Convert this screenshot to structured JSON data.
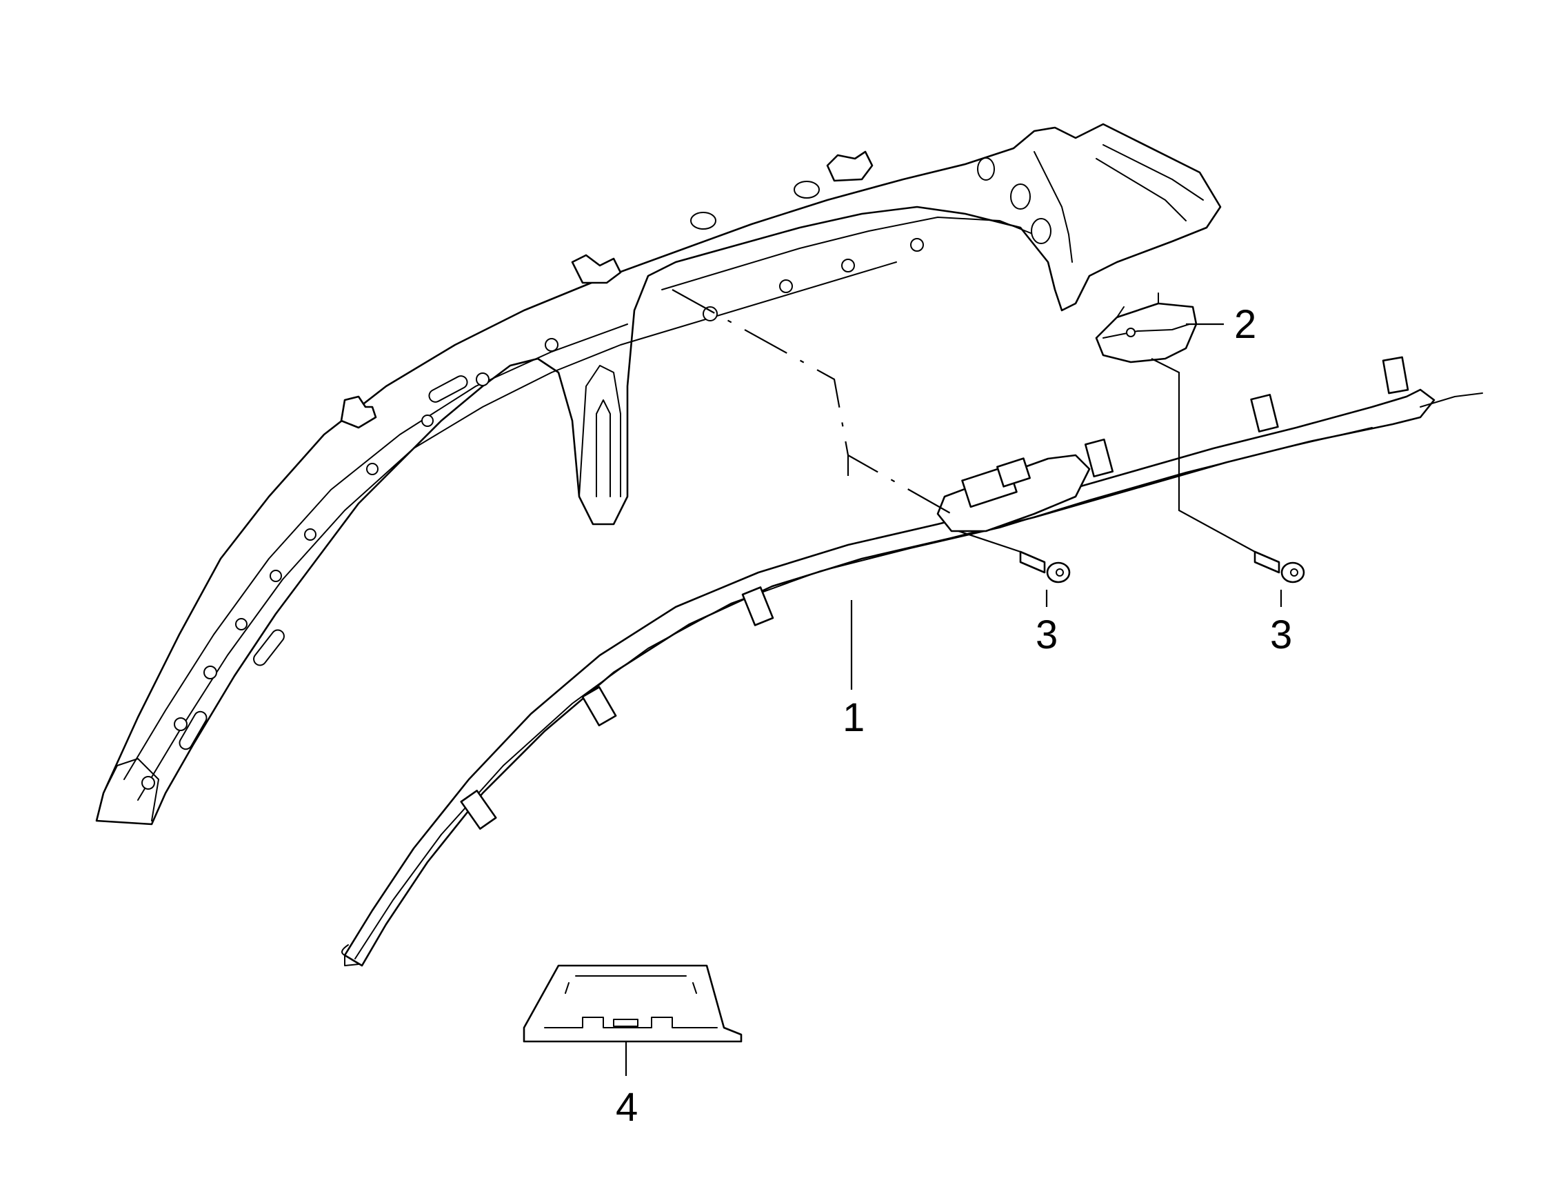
{
  "callouts": [
    {
      "id": "1",
      "label": "1"
    },
    {
      "id": "2",
      "label": "2"
    },
    {
      "id": "3a",
      "label": "3"
    },
    {
      "id": "3b",
      "label": "3"
    },
    {
      "id": "4",
      "label": "4"
    }
  ]
}
